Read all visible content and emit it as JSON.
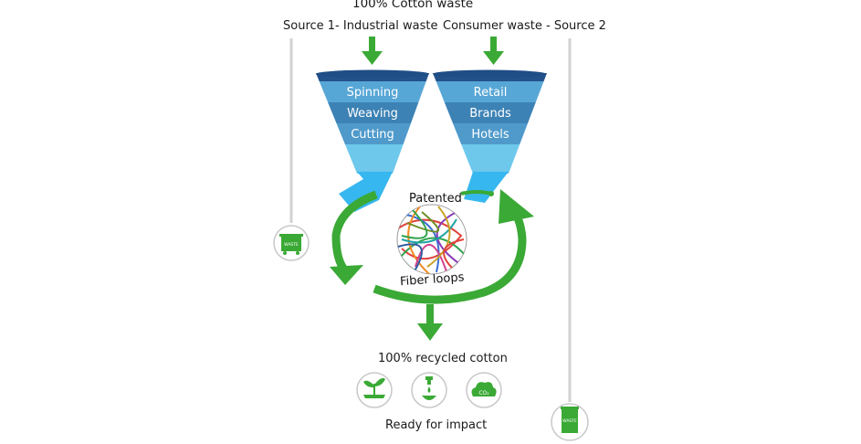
{
  "title": "100% Cotton waste",
  "sources": {
    "left": "Source 1- Industrial waste",
    "right": "Consumer waste - Source 2"
  },
  "funnels": {
    "left": [
      "Spinning",
      "Weaving",
      "Cutting"
    ],
    "right": [
      "Retail",
      "Brands",
      "Hotels"
    ]
  },
  "cycle": {
    "top_text": "Patented",
    "bottom_text": "Fiber loops"
  },
  "output": {
    "title": "100% recycled cotton",
    "subtitle": "Ready for impact",
    "icons": [
      "plant-icon",
      "water-tap-icon",
      "co2-cloud-icon"
    ],
    "co2_label": "CO₂"
  },
  "bins": {
    "left_label": "WASTE",
    "right_label": "WASTE"
  },
  "colors": {
    "green": "#3aa935",
    "funnel_top": "#2f5f9a",
    "funnel_mid": "#4a8fc4",
    "funnel_light": "#6dc3e8",
    "funnel_spout": "#36b7ef"
  }
}
